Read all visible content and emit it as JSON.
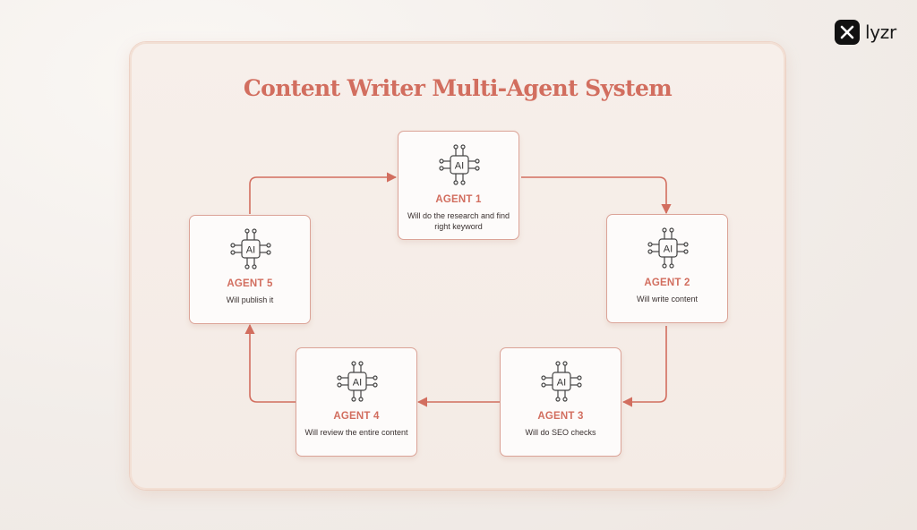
{
  "brand": {
    "name": "lyzr"
  },
  "diagram": {
    "title": "Content Writer Multi-Agent System",
    "accent_color": "#d26e5f",
    "chip_label": "AI",
    "agents": [
      {
        "name": "AGENT 1",
        "description": "Will do the research and find right keyword",
        "icon": "ai-chip-icon"
      },
      {
        "name": "AGENT 2",
        "description": "Will write content",
        "icon": "ai-chip-icon"
      },
      {
        "name": "AGENT 3",
        "description": "Will do SEO checks",
        "icon": "ai-chip-icon"
      },
      {
        "name": "AGENT 4",
        "description": "Will review the entire content",
        "icon": "ai-chip-icon"
      },
      {
        "name": "AGENT 5",
        "description": "Will publish it",
        "icon": "ai-chip-icon"
      }
    ],
    "flow": [
      [
        "AGENT 1",
        "AGENT 2"
      ],
      [
        "AGENT 2",
        "AGENT 3"
      ],
      [
        "AGENT 3",
        "AGENT 4"
      ],
      [
        "AGENT 4",
        "AGENT 5"
      ],
      [
        "AGENT 5",
        "AGENT 1"
      ]
    ]
  }
}
